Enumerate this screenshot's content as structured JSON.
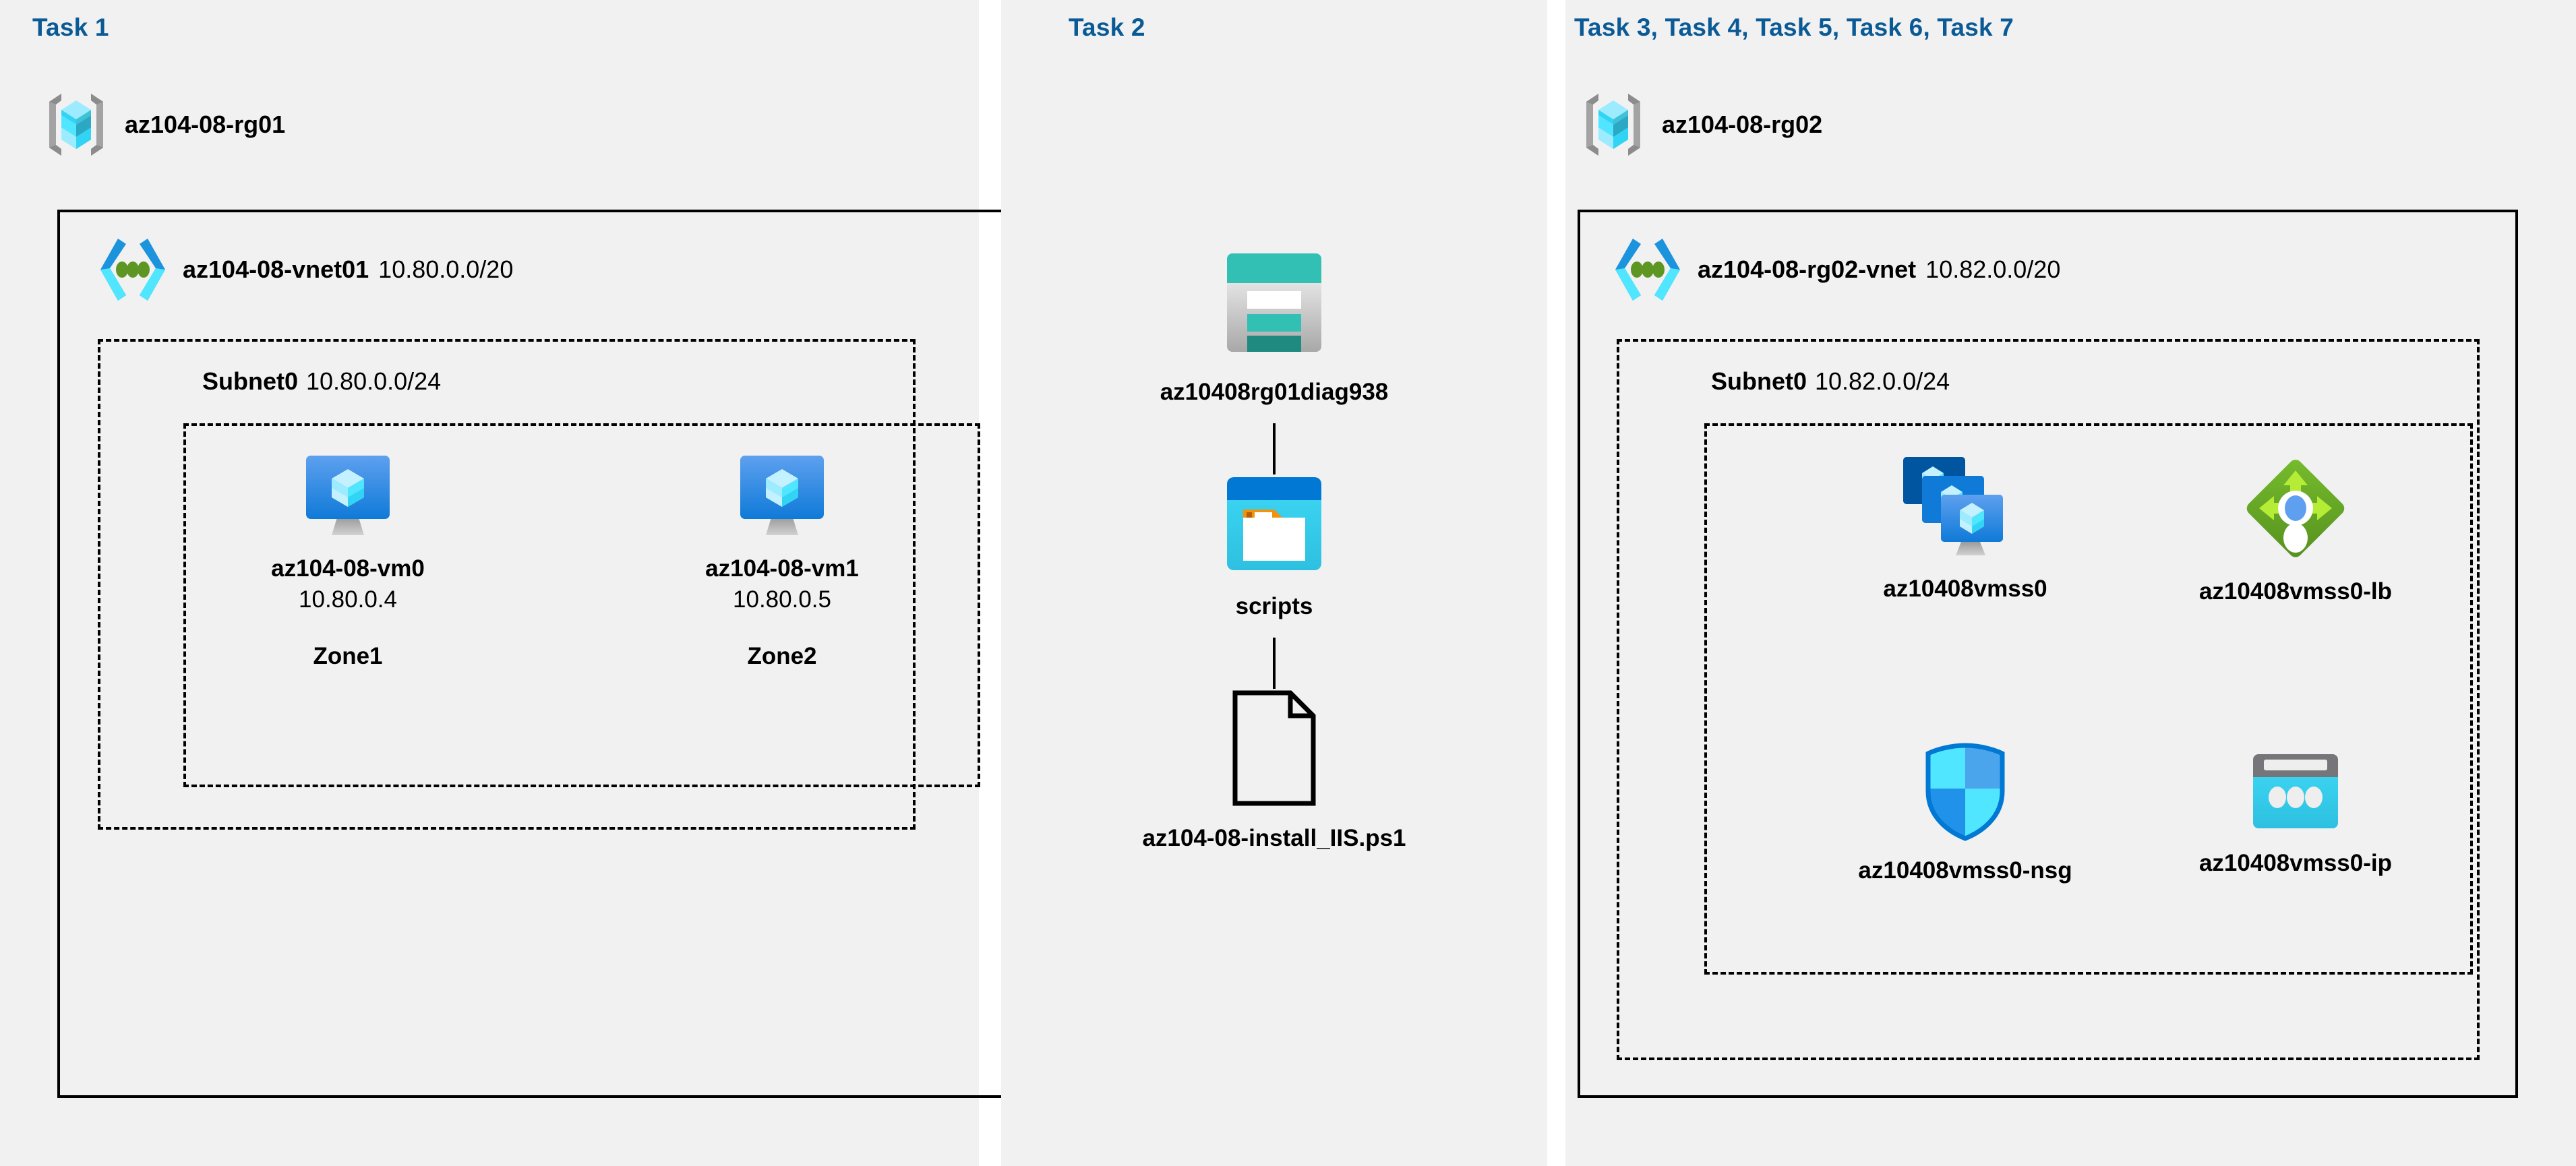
{
  "diagram": {
    "title": "Azure AZ-104 Lab 08 architecture",
    "background": "#f1f1f1",
    "accent_color": "#0a5a96"
  },
  "panels": [
    {
      "id": "task1",
      "header": "Task 1",
      "resource_group": {
        "name": "az104-08-rg01",
        "icon": "resource-group-icon"
      },
      "vnet": {
        "name": "az104-08-vnet01",
        "cidr": "10.80.0.0/20",
        "icon": "virtual-network-icon",
        "subnet": {
          "name": "Subnet0",
          "cidr": "10.80.0.0/24",
          "nodes": [
            {
              "name": "az104-08-vm0",
              "ip": "10.80.0.4",
              "zone": "Zone1",
              "icon": "virtual-machine-icon"
            },
            {
              "name": "az104-08-vm1",
              "ip": "10.80.0.5",
              "zone": "Zone2",
              "icon": "virtual-machine-icon"
            }
          ]
        }
      }
    },
    {
      "id": "task2",
      "header": "Task 2",
      "stack": [
        {
          "name": "az10408rg01diag938",
          "icon": "storage-account-icon"
        },
        {
          "name": "scripts",
          "icon": "blob-container-icon"
        },
        {
          "name": "az104-08-install_IIS.ps1",
          "icon": "file-icon"
        }
      ]
    },
    {
      "id": "task3",
      "header": "Task 3, Task 4, Task 5, Task 6, Task 7",
      "resource_group": {
        "name": "az104-08-rg02",
        "icon": "resource-group-icon"
      },
      "vnet": {
        "name": "az104-08-rg02-vnet",
        "cidr": "10.82.0.0/20",
        "icon": "virtual-network-icon",
        "subnet": {
          "name": "Subnet0",
          "cidr": "10.82.0.0/24",
          "nodes": [
            {
              "name": "az10408vmss0",
              "icon": "vm-scale-set-icon"
            },
            {
              "name": "az10408vmss0-lb",
              "icon": "load-balancer-icon"
            },
            {
              "name": "az10408vmss0-nsg",
              "icon": "network-security-group-icon"
            },
            {
              "name": "az10408vmss0-ip",
              "icon": "public-ip-address-icon"
            }
          ]
        }
      }
    }
  ],
  "colors": {
    "task_header": "#0a5a96",
    "panel_background": "#f1f1f1",
    "border": "#000000",
    "cube_light": "#9cebff",
    "cube_mid": "#32d4f5",
    "cube_dark": "#2aa8c4",
    "bracket_gray": "#a3a3a3",
    "vnet_blue": "#1b93dd",
    "vnet_cyan": "#50e6ff",
    "vnet_green": "#5e9624",
    "vm_blue_top": "#5ea0ef",
    "vm_blue_bottom": "#0f7ad8",
    "vm_stand": "#b3b3b3",
    "vmss_dark": "#0055a0",
    "vmss_mid": "#0f7ad8",
    "vmss_light": "#5ea0ef",
    "lb_green_dark": "#5e9624",
    "lb_green_light": "#b4ec36",
    "lb_blue_dot": "#5ea0ef",
    "nsg_cyan": "#50e6ff",
    "nsg_blue": "#0f7ad8",
    "nsg_outline": "#0078d4",
    "ip_gray": "#76767a",
    "ip_cyan": "#32d4f5",
    "storage_teal": "#32bfb4",
    "storage_teal_dark": "#1e8a80",
    "storage_gray": "#c8c8c8",
    "container_blue": "#0078d4",
    "container_cyan": "#32cdf0",
    "container_orange": "#f2930d"
  }
}
